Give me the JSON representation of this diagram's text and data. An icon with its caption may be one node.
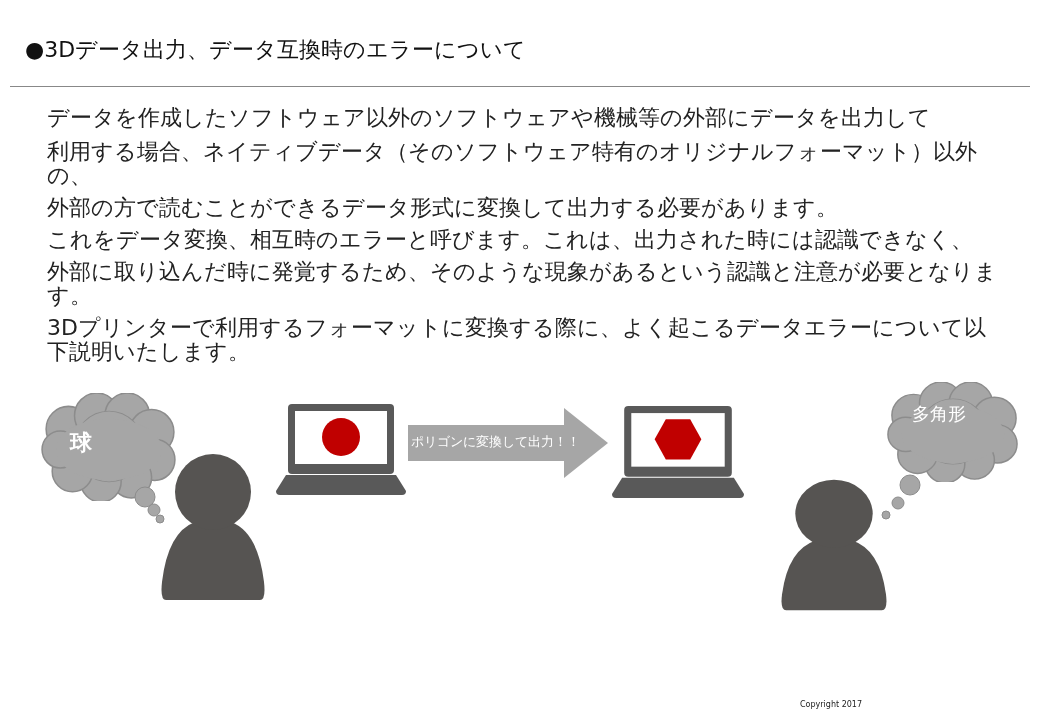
{
  "diagram": {
    "title": "●3Dデータ出力、データ互換時のエラーについて",
    "nodes": [
      {
        "text": [
          "球"
        ]
      },
      {
        "text": [],
        "shape": "person"
      },
      {
        "text": [],
        "shape": "laptop"
      },
      {
        "text": [],
        "shape": "laptop"
      },
      {
        "text": [
          "多角形"
        ]
      },
      {
        "text": [],
        "shape": "person"
      }
    ],
    "edges": [
      {
        "from": 2,
        "to": 3,
        "arrow": "to",
        "label": "ポリゴンに変換して出力！！"
      }
    ],
    "labels": [
      "データを作成したソフトウェア以外のソフトウェアや機械等の外部にデータを出力して",
      "利用する場合、ネイティブデータ（そのソフトウェア特有のオリジナルフォーマット）以外の、",
      "外部の方で読むことができるデータ形式に変換して出力する必要があります。",
      "これをデータ変換、相互時のエラーと呼びます。これは、出力された時には認識できなく、",
      "外部に取り込んだ時に発覚するため、そのような現象があるという認識と注意が必要となります。",
      "3Dプリンターで利用するフォーマットに変換する際に、よく起こるデータエラーについて以下説明いたします。",
      "Copyright 2017"
    ]
  }
}
